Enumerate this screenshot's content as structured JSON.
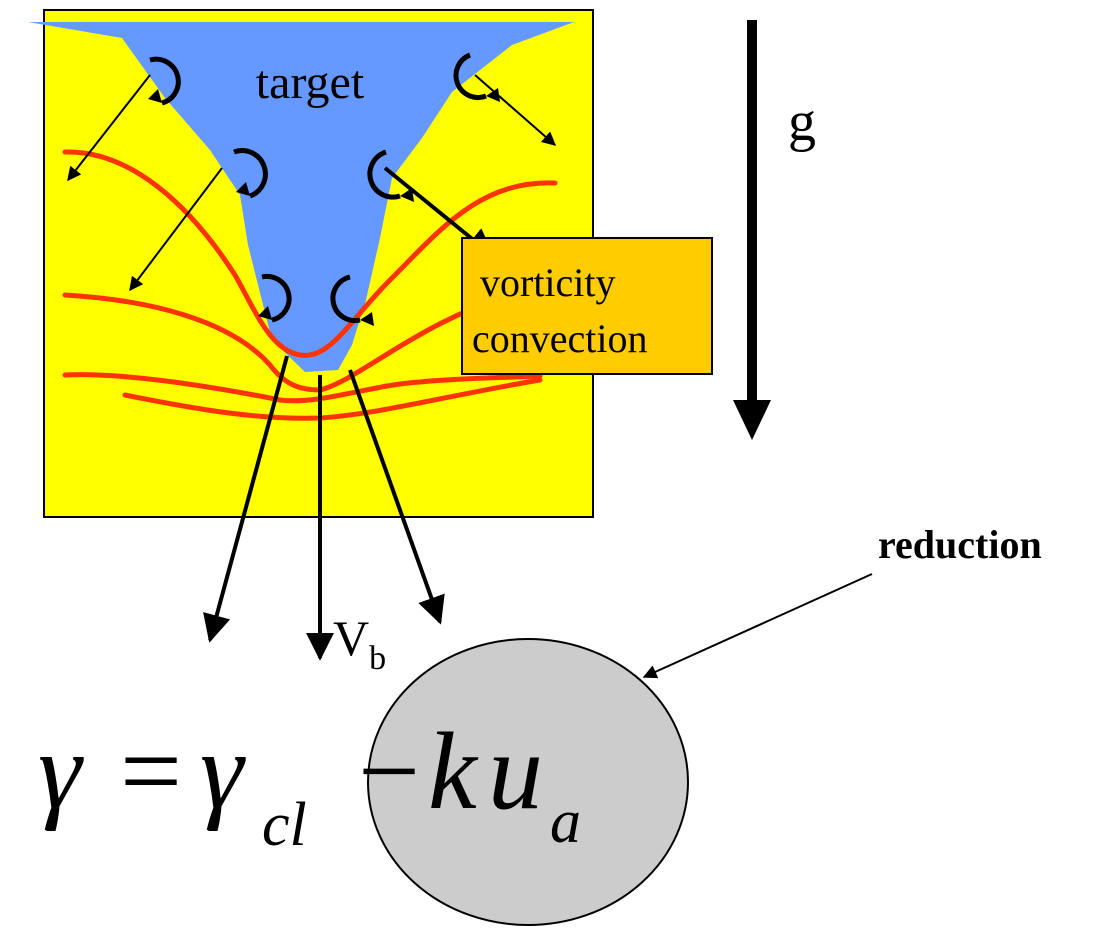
{
  "labels": {
    "target": "target",
    "gravity": "g",
    "vorticity_line1": "vorticity",
    "vorticity_line2": "convection",
    "velocity_main": "V",
    "velocity_sub": "b",
    "reduction": "reduction"
  },
  "formula": {
    "gamma": "γ",
    "equals": "=",
    "gamma2": "γ",
    "sub_cl": "cl",
    "minus": "−",
    "k": "k",
    "u": "u",
    "sub_a": "a"
  },
  "colors": {
    "yellow_box": "#ffff00",
    "target_blue": "#6699ff",
    "orange_lines": "#ff3300",
    "callout_box": "#ffcc00",
    "ellipse_gray": "#cccccc",
    "ink": "#000000"
  }
}
